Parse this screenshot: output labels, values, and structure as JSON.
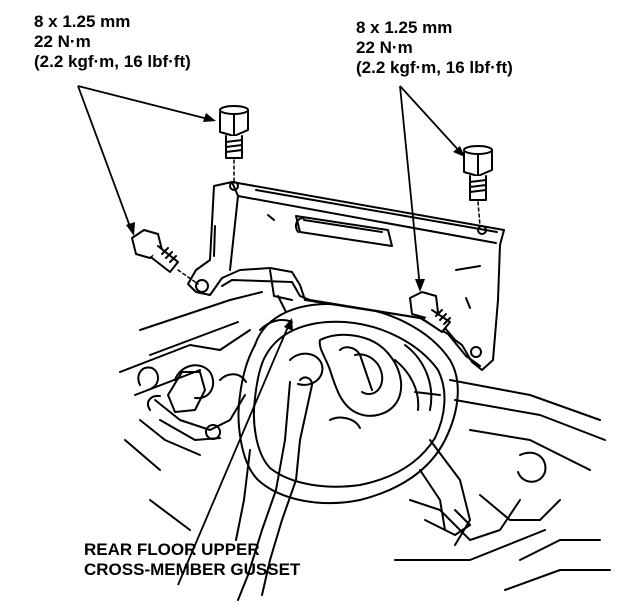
{
  "callouts": {
    "left": {
      "size": "8 x 1.25 mm",
      "torque_nm": "22 N·m",
      "torque_alt": "(2.2 kgf·m, 16 lbf·ft)"
    },
    "right": {
      "size": "8 x 1.25 mm",
      "torque_nm": "22 N·m",
      "torque_alt": "(2.2 kgf·m, 16 lbf·ft)"
    }
  },
  "part_label": {
    "line1": "REAR FLOOR UPPER",
    "line2": "CROSS-MEMBER GUSSET"
  },
  "colors": {
    "ink": "#000000",
    "paper": "#ffffff"
  }
}
